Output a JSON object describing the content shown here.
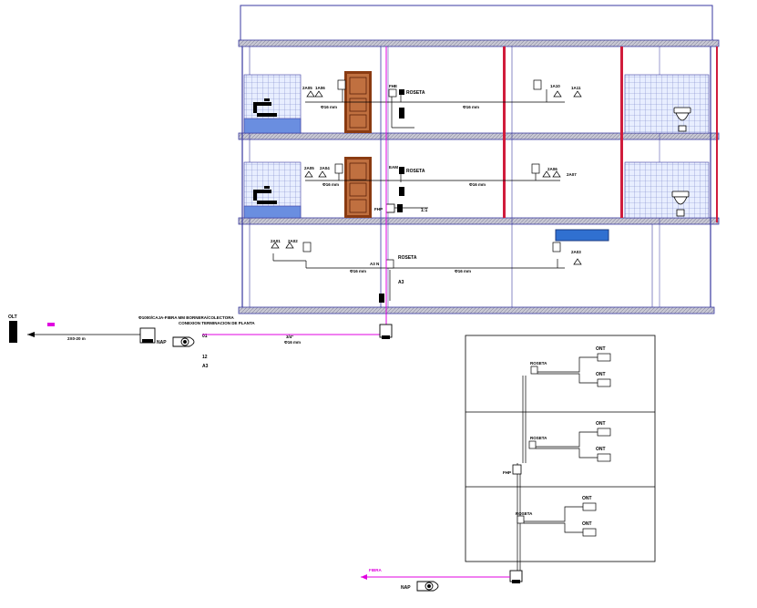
{
  "colors": {
    "line": "#000000",
    "wall": "#3a3aa0",
    "slab_fill": "#b8b8c8",
    "tile": "#7a86c8",
    "tile_bg": "#e8eeff",
    "pipe_red": "#d01c3c",
    "fiber": "#e000e0",
    "door": "#8a3b12",
    "tv": "#3070d0"
  },
  "building": {
    "floor_top": {
      "boxes": [
        "2A05",
        "1A06",
        "1A10",
        "1A11"
      ],
      "vertical_boxes": [
        "FHE",
        "ROSETA"
      ],
      "cables": [
        "Φ16 mm",
        "Φ16 mm"
      ]
    },
    "floor_mid": {
      "boxes": [
        "2A05",
        "2A04",
        "2A06",
        "2A07"
      ],
      "vertical_boxes": [
        "EAM",
        "ROSETA"
      ],
      "cables": [
        "Φ16 mm",
        "Φ16 mm"
      ],
      "splitter": "FHP",
      "splitter_label": "1:1"
    },
    "floor_ground": {
      "boxes": [
        "2A01",
        "2A02",
        "2A03"
      ],
      "vertical_boxes": [
        "ROSETA"
      ],
      "vertical_sub": [
        "A3"
      ],
      "cables": [
        "Φ16 mm",
        "Φ16 mm"
      ],
      "riser_labels": [
        "A3 N"
      ]
    }
  },
  "feeder": {
    "olt_label": "OLT",
    "cable_label": "2X0-20 m",
    "header_lines": [
      "Φ1000/CAJA-FIBRA MM  BORNERA/COLECTORA",
      "CONEXION  TERMINACION DE PLANTA"
    ],
    "nap_label": "NAP",
    "port_labels": [
      "01",
      "12",
      "A3"
    ],
    "drop_labels": [
      "3/4\"",
      "Φ16 mm"
    ]
  },
  "riser_diagram": {
    "levels": [
      {
        "roseta": "ROSETA",
        "onts": [
          "ONT",
          "ONT"
        ]
      },
      {
        "roseta": "ROSETA",
        "onts": [
          "ONT",
          "ONT"
        ],
        "splitter": "FHP"
      },
      {
        "roseta": "ROSETA",
        "onts": [
          "ONT",
          "ONT"
        ]
      }
    ],
    "bottom_fiber_label": "FIBRA",
    "bottom_nap_label": "NAP"
  }
}
